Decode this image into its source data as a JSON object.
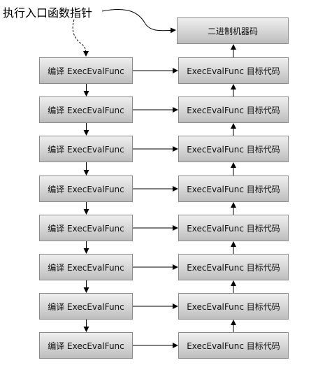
{
  "pointer_label": "执行入口函数指针",
  "machine_code_label": "二进制机器码",
  "compile_label": "编译 ExecEvalFunc",
  "target_label": "ExecEvalFunc 目标代码",
  "rows": [
    {
      "compile": "编译 ExecEvalFunc",
      "target": "ExecEvalFunc 目标代码"
    },
    {
      "compile": "编译 ExecEvalFunc",
      "target": "ExecEvalFunc 目标代码"
    },
    {
      "compile": "编译 ExecEvalFunc",
      "target": "ExecEvalFunc 目标代码"
    },
    {
      "compile": "编译 ExecEvalFunc",
      "target": "ExecEvalFunc 目标代码"
    },
    {
      "compile": "编译 ExecEvalFunc",
      "target": "ExecEvalFunc 目标代码"
    },
    {
      "compile": "编译 ExecEvalFunc",
      "target": "ExecEvalFunc 目标代码"
    },
    {
      "compile": "编译 ExecEvalFunc",
      "target": "ExecEvalFunc 目标代码"
    },
    {
      "compile": "编译 ExecEvalFunc",
      "target": "ExecEvalFunc 目标代码"
    }
  ]
}
